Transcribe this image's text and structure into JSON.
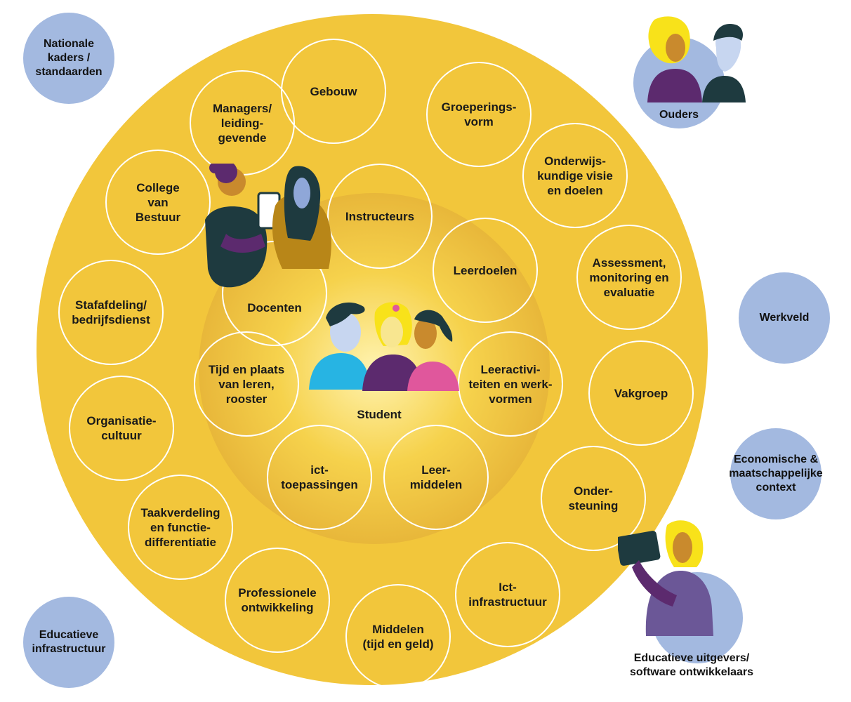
{
  "colors": {
    "outer_ring": "#f2c63b",
    "inner_disc": "#e8b73a",
    "center_glow": "#fff3b0",
    "outer_node": "#a3b9e0",
    "node_border": "#ffffff",
    "text": "#1a1a1a"
  },
  "ring_nodes": [
    {
      "id": "gebouw",
      "label": "Gebouw"
    },
    {
      "id": "groeperingsvorm",
      "label": "Groeperings-\nvorm"
    },
    {
      "id": "onderwijskundige-visie",
      "label": "Onderwijs-\nkundige visie\nen doelen"
    },
    {
      "id": "assessment",
      "label": "Assessment,\nmonitoring en\nevaluatie"
    },
    {
      "id": "vakgroep",
      "label": "Vakgroep"
    },
    {
      "id": "ondersteuning",
      "label": "Onder-\nsteuning"
    },
    {
      "id": "ict-infrastructuur",
      "label": "Ict-\ninfrastructuur"
    },
    {
      "id": "middelen",
      "label": "Middelen\n(tijd en geld)"
    },
    {
      "id": "professionele-ontwikkeling",
      "label": "Professionele\nontwikkeling"
    },
    {
      "id": "taakverdeling",
      "label": "Taakverdeling\nen functie-\ndifferentiatie"
    },
    {
      "id": "organisatiecultuur",
      "label": "Organisatie-\ncultuur"
    },
    {
      "id": "stafafdeling",
      "label": "Stafafdeling/\nbedrijfsdienst"
    },
    {
      "id": "college-van-bestuur",
      "label": "College\nvan\nBestuur"
    },
    {
      "id": "managers",
      "label": "Managers/\nleiding-\ngevende"
    }
  ],
  "inner_nodes": [
    {
      "id": "instructeurs",
      "label": "Instructeurs"
    },
    {
      "id": "leerdoelen",
      "label": "Leerdoelen"
    },
    {
      "id": "leeractiviteiten",
      "label": "Leeractivi-\nteiten en werk-\nvormen"
    },
    {
      "id": "leermiddelen",
      "label": "Leer-\nmiddelen"
    },
    {
      "id": "ict-toepassingen",
      "label": "ict-\ntoepassingen"
    },
    {
      "id": "tijd-en-plaats",
      "label": "Tijd en plaats\nvan leren,\nrooster"
    },
    {
      "id": "docenten",
      "label": "Docenten"
    }
  ],
  "center": {
    "label": "Student"
  },
  "outer_nodes": [
    {
      "id": "nationale-kaders",
      "label": "Nationale\nkaders /\nstandaarden"
    },
    {
      "id": "ouders",
      "label": "Ouders"
    },
    {
      "id": "werkveld",
      "label": "Werkveld"
    },
    {
      "id": "economische-context",
      "label": "Economische &\nmaatschappelijke\ncontext"
    },
    {
      "id": "educatieve-uitgevers",
      "label": "Educatieve uitgevers/\nsoftware ontwikkelaars"
    },
    {
      "id": "educatieve-infrastructuur",
      "label": "Educatieve\ninfrastructuur"
    }
  ]
}
